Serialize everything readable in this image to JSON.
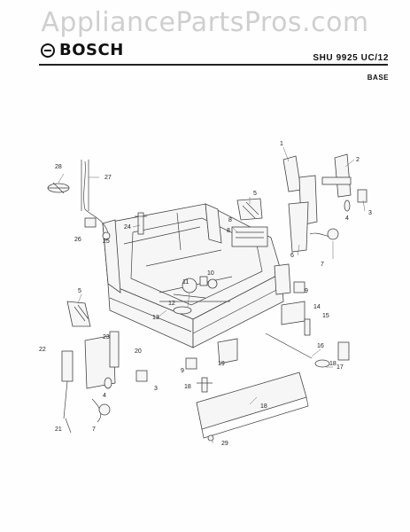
{
  "watermark": "AppliancePartsPros.com",
  "brand": {
    "name": "BOSCH"
  },
  "header": {
    "model": "SHU 9925 UC/12",
    "section": "BASE"
  },
  "parts": [
    {
      "id": "p1",
      "label": "1"
    },
    {
      "id": "p2",
      "label": "2"
    },
    {
      "id": "p3a",
      "label": "3"
    },
    {
      "id": "p4a",
      "label": "4"
    },
    {
      "id": "p5a",
      "label": "5"
    },
    {
      "id": "p6",
      "label": "6"
    },
    {
      "id": "p7a",
      "label": "7"
    },
    {
      "id": "p8a",
      "label": "8"
    },
    {
      "id": "p9a",
      "label": "9"
    },
    {
      "id": "p10",
      "label": "10"
    },
    {
      "id": "p11",
      "label": "11"
    },
    {
      "id": "p12",
      "label": "12"
    },
    {
      "id": "p13",
      "label": "13"
    },
    {
      "id": "p14",
      "label": "14"
    },
    {
      "id": "p15",
      "label": "15"
    },
    {
      "id": "p16",
      "label": "16"
    },
    {
      "id": "p17",
      "label": "17"
    },
    {
      "id": "p18a",
      "label": "18"
    },
    {
      "id": "p19",
      "label": "19"
    },
    {
      "id": "p20",
      "label": "20"
    },
    {
      "id": "p21",
      "label": "21"
    },
    {
      "id": "p22",
      "label": "22"
    },
    {
      "id": "p23",
      "label": "23"
    },
    {
      "id": "p24",
      "label": "24"
    },
    {
      "id": "p25",
      "label": "25"
    },
    {
      "id": "p26",
      "label": "26"
    },
    {
      "id": "p27",
      "label": "27"
    },
    {
      "id": "p28",
      "label": "28"
    },
    {
      "id": "p29",
      "label": "29"
    },
    {
      "id": "p5b",
      "label": "5"
    },
    {
      "id": "p8b",
      "label": "8"
    },
    {
      "id": "p9b",
      "label": "9"
    },
    {
      "id": "p3b",
      "label": "3"
    },
    {
      "id": "p4b",
      "label": "4"
    },
    {
      "id": "p7b",
      "label": "7"
    },
    {
      "id": "p18b",
      "label": "18"
    },
    {
      "id": "p18c",
      "label": "18"
    }
  ]
}
